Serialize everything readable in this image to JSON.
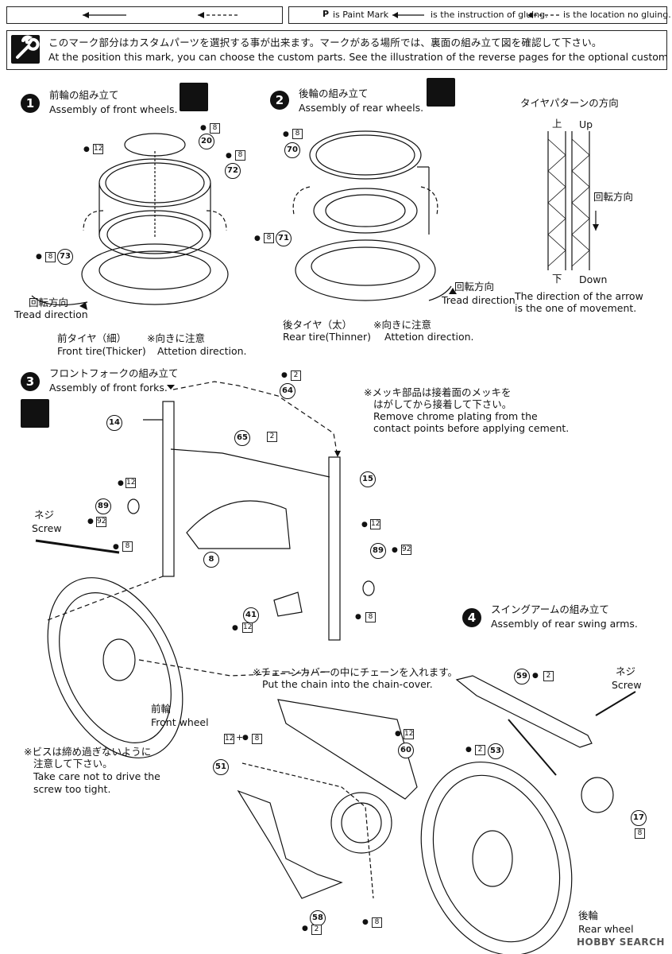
{
  "legend": {
    "paint_mark_text": "is Paint Mark",
    "gluing_text": "is the instruction of gluing.",
    "no_gluing_text": "is the location no gluing."
  },
  "custom_note": {
    "jp": "このマーク部分はカスタムパーツを選択する事が出来ます。マークがある場所では、裏面の組み立て図を確認して下さい。",
    "en": "At the position this mark, you can choose the custom parts. See the illustration of the reverse pages for the optional custom parts."
  },
  "steps": [
    {
      "number": "1",
      "jp": "前輪の組み立て",
      "en": "Assembly of front wheels."
    },
    {
      "number": "2",
      "jp": "後輪の組み立て",
      "en": "Assembly of rear wheels."
    },
    {
      "number": "3",
      "jp": "フロントフォークの組み立て",
      "en": "Assembly of front forks."
    },
    {
      "number": "4",
      "jp": "スイングアームの組み立て",
      "en": "Assembly of rear swing arms."
    }
  ],
  "tire_pattern": {
    "jp_title": "タイヤパターンの方向",
    "up_jp": "上",
    "up_en": "Up",
    "rot_jp": "回転方向",
    "down_jp": "下",
    "down_en": "Down",
    "note1": "The direction of the arrow",
    "note2": "is the one of movement."
  },
  "step1": {
    "tread_jp": "回転方向",
    "tread_en": "Tread direction",
    "tire_jp": "前タイヤ（細）",
    "tire_en": "Front tire(Thicker)",
    "attn_jp": "※向きに注意",
    "attn_en": "Attetion direction."
  },
  "step2": {
    "tread_jp": "回転方向",
    "tread_en": "Tread direction",
    "tire_jp": "後タイヤ（太）",
    "tire_en": "Rear tire(Thinner)",
    "attn_jp": "※向きに注意",
    "attn_en": "Attetion direction."
  },
  "step3": {
    "chrome_jp1": "※メッキ部品は接着面のメッキを",
    "chrome_jp2": "はがしてから接着して下さい。",
    "chrome_en1": "Remove chrome plating from the",
    "chrome_en2": "contact points before applying cement.",
    "screw_jp": "ネジ",
    "screw_en": "Screw",
    "front_wheel_jp": "前輪",
    "front_wheel_en": "Front wheel",
    "caution_jp1": "※ビスは締め過ぎないように",
    "caution_jp2": "注意して下さい。",
    "caution_en1": "Take care not to drive the",
    "caution_en2": "screw too tight."
  },
  "step4": {
    "chain_jp": "※チェーンカバーの中にチェーンを入れます。",
    "chain_en": "Put the chain into the chain-cover.",
    "screw_jp": "ネジ",
    "screw_en": "Screw",
    "rear_wheel_jp": "後輪",
    "rear_wheel_en": "Rear wheel"
  },
  "part_numbers": {
    "p20": "20",
    "p72": "72",
    "p73": "73",
    "p70": "70",
    "p71": "71",
    "p14": "14",
    "p64": "64",
    "p65": "65",
    "p15": "15",
    "p89a": "89",
    "p89b": "89",
    "p8": "8",
    "p41": "41",
    "p59": "59",
    "p53": "53",
    "p60": "60",
    "p51": "51",
    "p17": "17",
    "p58": "58"
  },
  "paint_codes": {
    "c8": "8",
    "c12": "12",
    "c2": "2",
    "c92": "92",
    "plus": "+"
  },
  "watermark": "HOBBY SEARCH",
  "icons": {
    "wrench": "wrench-icon",
    "paint": "paint-mark-icon"
  }
}
